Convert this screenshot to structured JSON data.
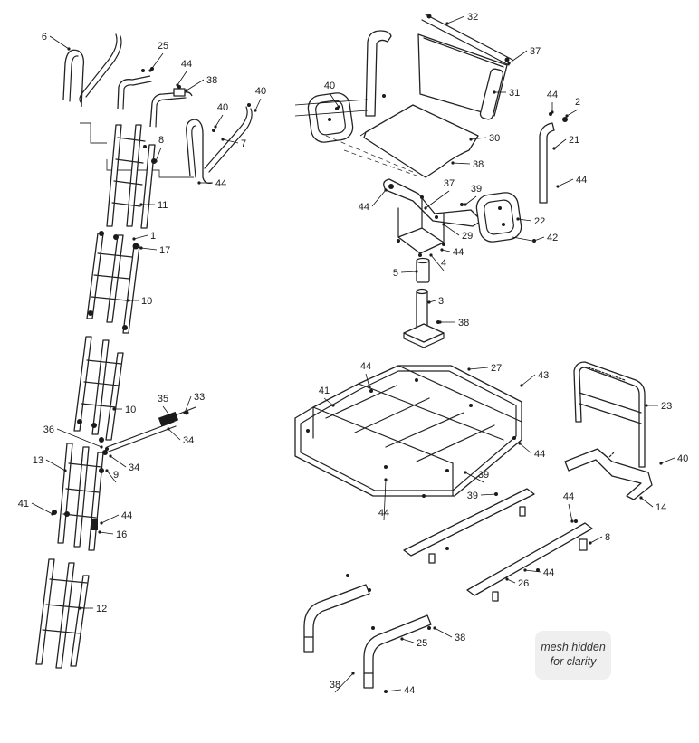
{
  "note": "mesh hidden\nfor clarity",
  "callouts": [
    {
      "id": "6",
      "label": "6"
    },
    {
      "id": "25a",
      "label": "25"
    },
    {
      "id": "44a",
      "label": "44"
    },
    {
      "id": "38a",
      "label": "38"
    },
    {
      "id": "40a",
      "label": "40"
    },
    {
      "id": "40b",
      "label": "40"
    },
    {
      "id": "7",
      "label": "7"
    },
    {
      "id": "44b",
      "label": "44"
    },
    {
      "id": "8a",
      "label": "8"
    },
    {
      "id": "11",
      "label": "11"
    },
    {
      "id": "1",
      "label": "1"
    },
    {
      "id": "17",
      "label": "17"
    },
    {
      "id": "10a",
      "label": "10"
    },
    {
      "id": "10b",
      "label": "10"
    },
    {
      "id": "35",
      "label": "35"
    },
    {
      "id": "33",
      "label": "33"
    },
    {
      "id": "36",
      "label": "36"
    },
    {
      "id": "34a",
      "label": "34"
    },
    {
      "id": "34b",
      "label": "34"
    },
    {
      "id": "9",
      "label": "9"
    },
    {
      "id": "13",
      "label": "13"
    },
    {
      "id": "41a",
      "label": "41"
    },
    {
      "id": "44c",
      "label": "44"
    },
    {
      "id": "16",
      "label": "16"
    },
    {
      "id": "12",
      "label": "12"
    },
    {
      "id": "32",
      "label": "32"
    },
    {
      "id": "37a",
      "label": "37"
    },
    {
      "id": "31",
      "label": "31"
    },
    {
      "id": "40c",
      "label": "40"
    },
    {
      "id": "30",
      "label": "30"
    },
    {
      "id": "38b",
      "label": "38"
    },
    {
      "id": "44d",
      "label": "44"
    },
    {
      "id": "2",
      "label": "2"
    },
    {
      "id": "21",
      "label": "21"
    },
    {
      "id": "44e",
      "label": "44"
    },
    {
      "id": "44f",
      "label": "44"
    },
    {
      "id": "37b",
      "label": "37"
    },
    {
      "id": "39a",
      "label": "39"
    },
    {
      "id": "22",
      "label": "22"
    },
    {
      "id": "42",
      "label": "42"
    },
    {
      "id": "29",
      "label": "29"
    },
    {
      "id": "44g",
      "label": "44"
    },
    {
      "id": "4",
      "label": "4"
    },
    {
      "id": "5",
      "label": "5"
    },
    {
      "id": "3",
      "label": "3"
    },
    {
      "id": "38c",
      "label": "38"
    },
    {
      "id": "44h",
      "label": "44"
    },
    {
      "id": "27",
      "label": "27"
    },
    {
      "id": "43",
      "label": "43"
    },
    {
      "id": "41b",
      "label": "41"
    },
    {
      "id": "23",
      "label": "23"
    },
    {
      "id": "44i",
      "label": "44"
    },
    {
      "id": "40d",
      "label": "40"
    },
    {
      "id": "39b",
      "label": "39"
    },
    {
      "id": "44j",
      "label": "44"
    },
    {
      "id": "14",
      "label": "14"
    },
    {
      "id": "39c",
      "label": "39"
    },
    {
      "id": "44k",
      "label": "44"
    },
    {
      "id": "8b",
      "label": "8"
    },
    {
      "id": "44l",
      "label": "44"
    },
    {
      "id": "26",
      "label": "26"
    },
    {
      "id": "38d",
      "label": "38"
    },
    {
      "id": "25b",
      "label": "25"
    },
    {
      "id": "38e",
      "label": "38"
    },
    {
      "id": "44m",
      "label": "44"
    }
  ]
}
